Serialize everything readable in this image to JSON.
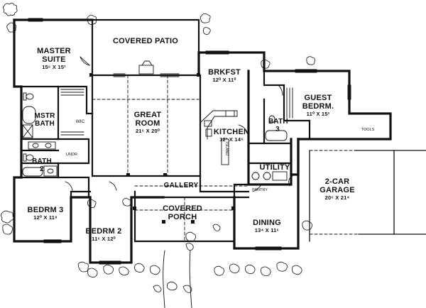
{
  "rooms": {
    "covered_patio": {
      "name": "COVERED PATIO"
    },
    "master_suite": {
      "name": "MASTER SUITE",
      "size": "15⁶ X 15²"
    },
    "brkfst": {
      "name": "BRKFST",
      "size": "12⁰ X 11⁰"
    },
    "guest_bedrm": {
      "name": "GUEST BEDRM.",
      "size": "11⁰ X 15²"
    },
    "mstr_bath": {
      "name": "MSTR BATH"
    },
    "wic": {
      "name": "WIC"
    },
    "great_room": {
      "name": "GREAT ROOM",
      "size": "21⁶ X 20⁰"
    },
    "kitchen": {
      "name": "KITCHEN",
      "size": "12³ X 14⁶"
    },
    "island": {
      "name": "ISLAND"
    },
    "bath_3": {
      "name": "BATH 3"
    },
    "tools": {
      "name": "TOOLS"
    },
    "undr": {
      "name": "UNDR"
    },
    "bath_2": {
      "name": "BATH 2"
    },
    "utility": {
      "name": "UTILITY"
    },
    "pantry": {
      "name": "PANTRY"
    },
    "gallery": {
      "name": "GALLERY"
    },
    "garage": {
      "name": "2-CAR GARAGE",
      "size": "20⁶ X 21⁴"
    },
    "bedrm_3": {
      "name": "BEDRM 3",
      "size": "12⁰ X 11⁸"
    },
    "bedrm_2": {
      "name": "BEDRM 2",
      "size": "11⁶ X 12⁰"
    },
    "covered_porch": {
      "name": "COVERED PORCH"
    },
    "dining": {
      "name": "DINING",
      "size": "13⁴ X 11⁶"
    }
  },
  "style": {
    "line_color": "#111111",
    "background": "#ffffff"
  }
}
